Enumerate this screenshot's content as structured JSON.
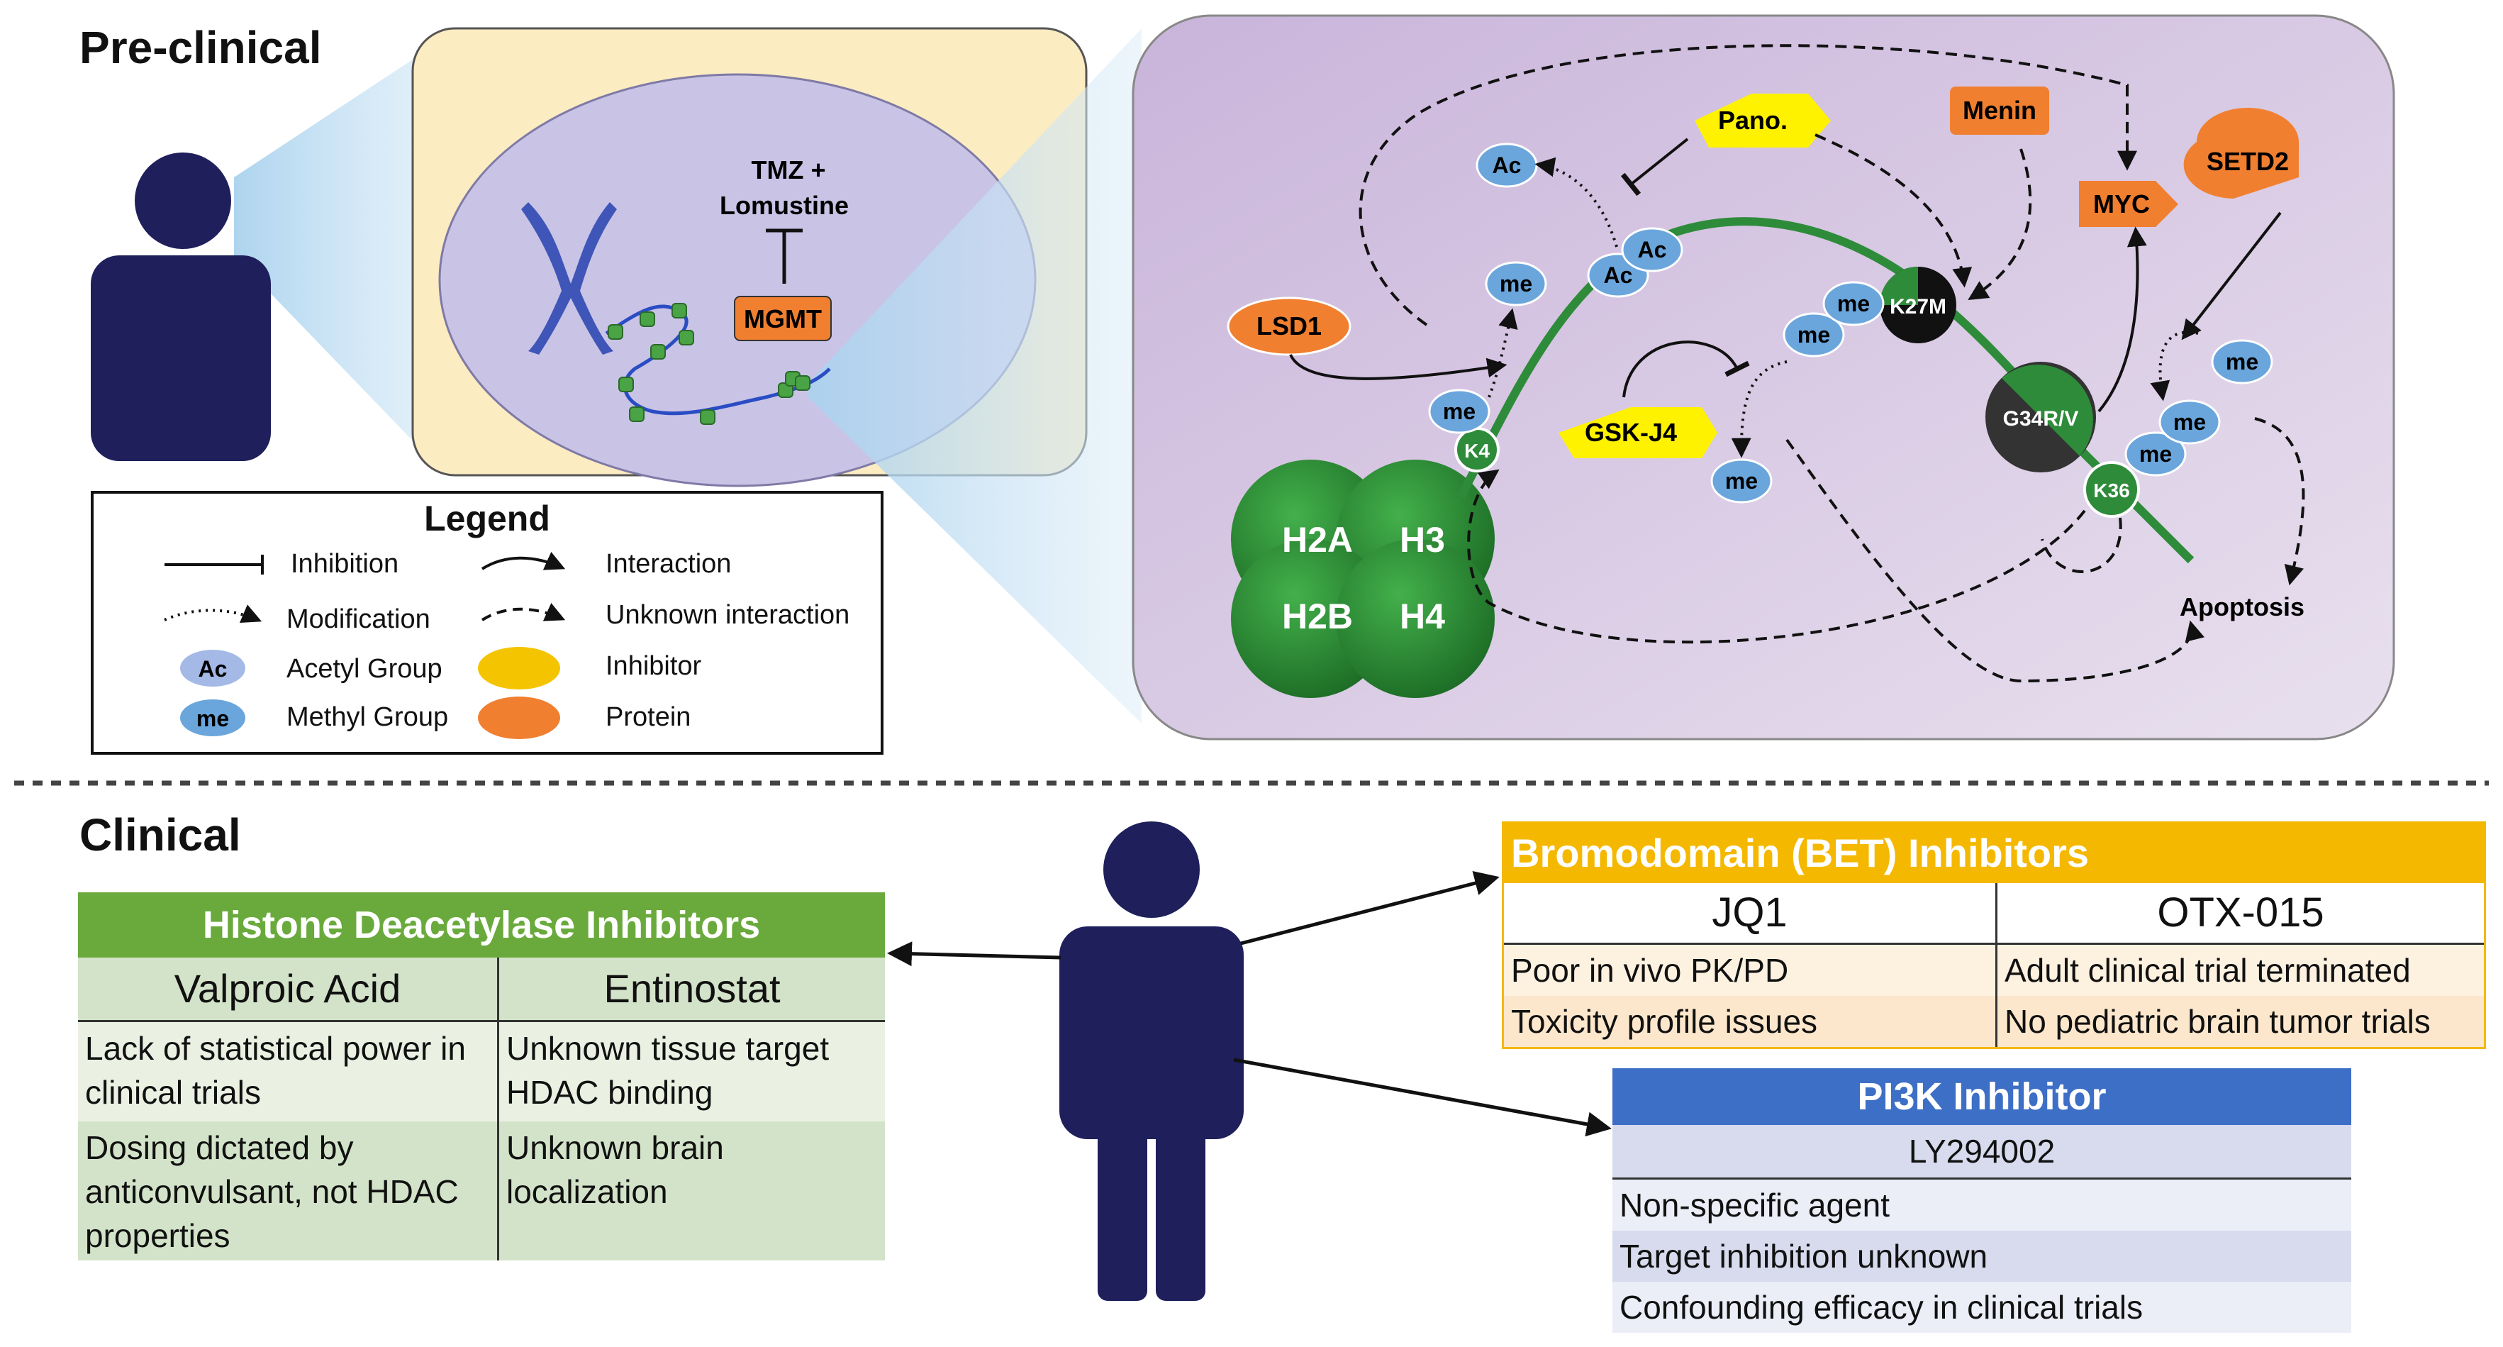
{
  "sections": {
    "preclinical_title": "Pre-clinical",
    "clinical_title": "Clinical"
  },
  "cell_view": {
    "drug_label_line1": "TMZ +",
    "drug_label_line2": "Lomustine",
    "target_protein": "MGMT"
  },
  "legend": {
    "title": "Legend",
    "items": {
      "inhibition": "Inhibition",
      "interaction": "Interaction",
      "modification": "Modification",
      "unknown_interaction": "Unknown interaction",
      "acetyl_group": "Acetyl Group",
      "inhibitor": "Inhibitor",
      "methyl_group": "Methyl Group",
      "protein": "Protein"
    },
    "ac_symbol": "Ac",
    "me_symbol": "me"
  },
  "pathway": {
    "histones": [
      "H2A",
      "H3",
      "H2B",
      "H4"
    ],
    "inhibitors": {
      "pano": "Pano.",
      "gsk": "GSK-J4"
    },
    "proteins": {
      "lsd1": "LSD1",
      "menin": "Menin",
      "myc": "MYC",
      "setd2": "SETD2"
    },
    "residues": {
      "k4": "K4",
      "k27m": "K27M",
      "g34": "G34R/V",
      "k36": "K36"
    },
    "ac": "Ac",
    "me": "me",
    "outcome": "Apoptosis"
  },
  "clinical": {
    "hdac": {
      "title": "Histone Deacetylase Inhibitors",
      "columns": [
        "Valproic Acid",
        "Entinostat"
      ],
      "rows": [
        [
          "Lack of statistical power in clinical trials",
          "Unknown tissue target HDAC binding"
        ],
        [
          "Dosing dictated by anticonvulsant, not HDAC properties",
          "Unknown brain localization"
        ]
      ]
    },
    "bet": {
      "title": "Bromodomain (BET) Inhibitors",
      "columns": [
        "JQ1",
        "OTX-015"
      ],
      "rows": [
        [
          "Poor in vivo PK/PD",
          "Adult clinical trial terminated"
        ],
        [
          "Toxicity profile issues",
          "No pediatric brain tumor trials"
        ]
      ]
    },
    "pi3k": {
      "title": "PI3K Inhibitor",
      "agent": "LY294002",
      "rows": [
        "Non-specific agent",
        "Target inhibition unknown",
        "Confounding efficacy in clinical trials"
      ]
    }
  },
  "colors": {
    "navy": "#1f1f5c",
    "green": "#2e8b3a",
    "orange": "#f07f30",
    "yellow": "#fff200",
    "blue_group": "#6aa6dc",
    "purple_bg": "#d9c8e3"
  }
}
